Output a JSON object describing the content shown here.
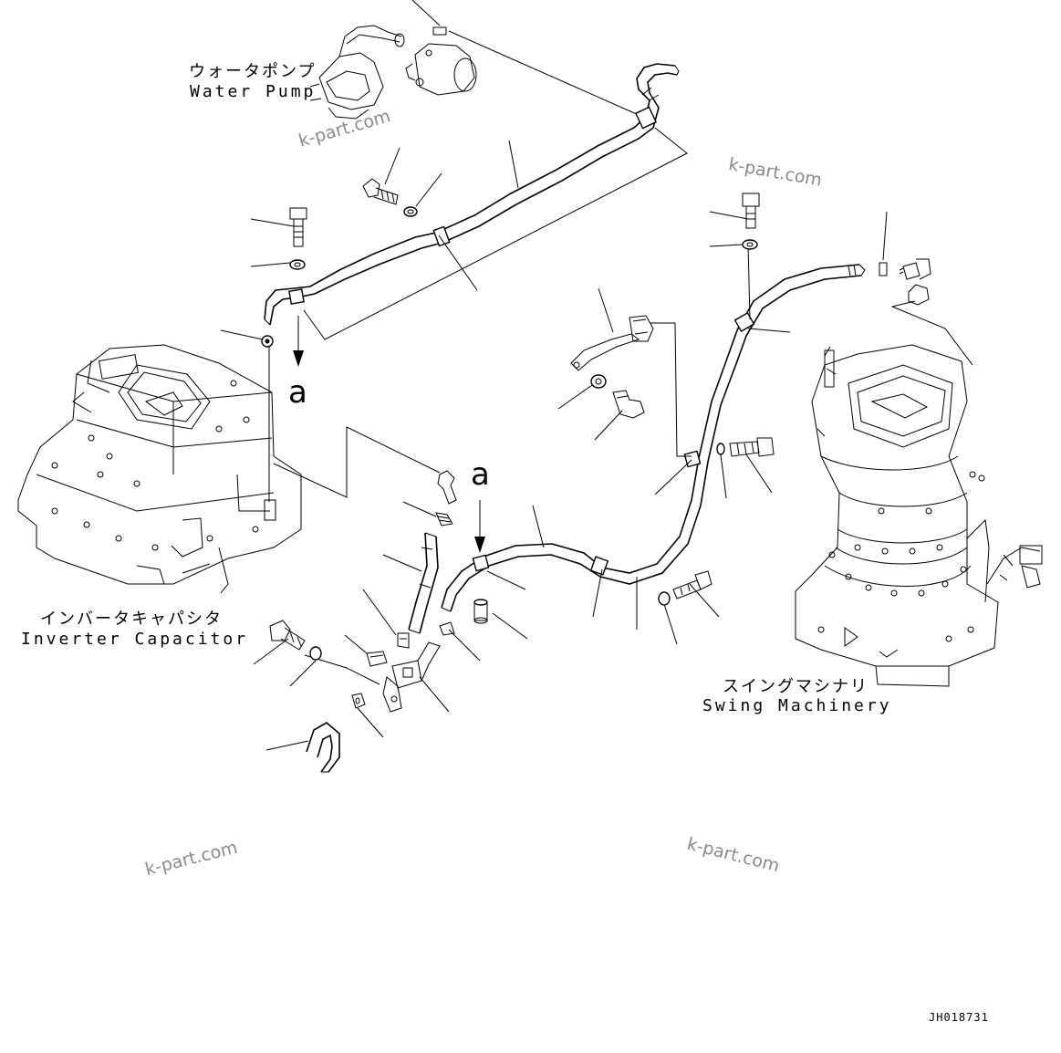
{
  "labels": {
    "water_pump_jp": "ウォータポンプ",
    "water_pump_en": "Water Pump",
    "inverter_jp": "インバータキャパシタ",
    "inverter_en": "Inverter Capacitor",
    "swing_jp": "スイングマシナリ",
    "swing_en": "Swing Machinery"
  },
  "callouts": {
    "a_upper": "a",
    "a_lower": "a"
  },
  "watermarks": [
    "k-part.com",
    "k-part.com",
    "k-part.com",
    "k-part.com"
  ],
  "drawing_code": "JH018731",
  "colors": {
    "line": "#000000",
    "watermark": "#8a8a8a",
    "background": "#ffffff"
  }
}
